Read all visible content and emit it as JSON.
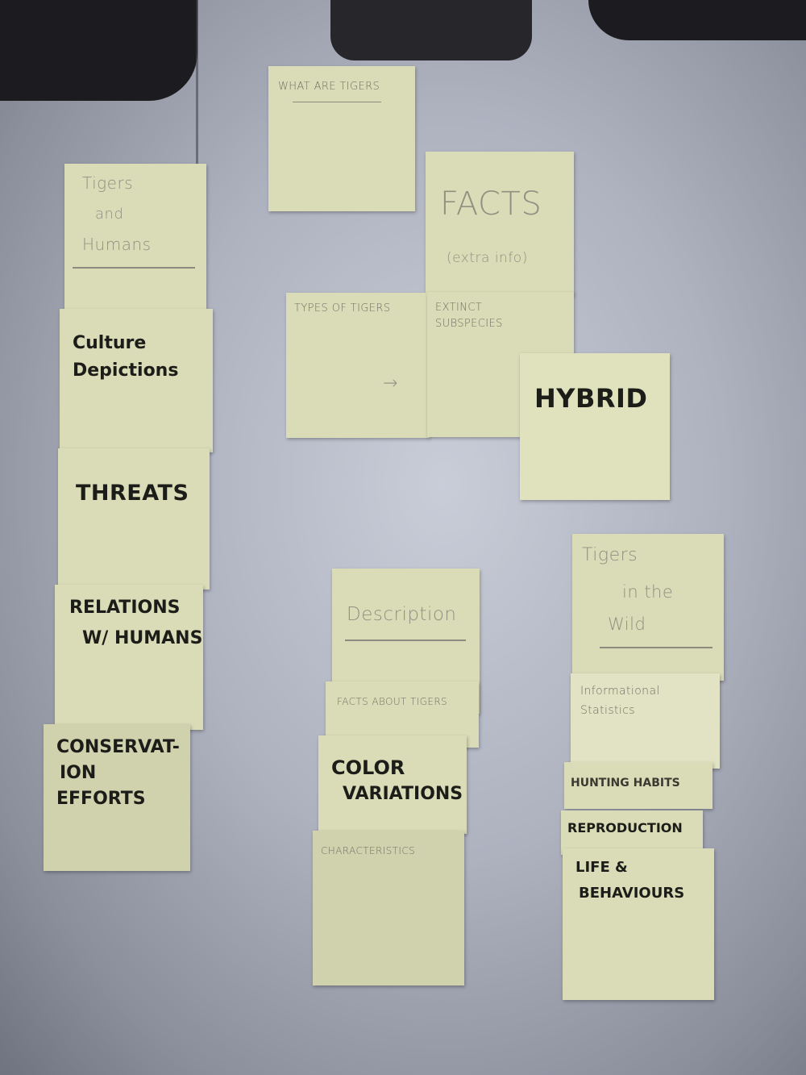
{
  "notes": {
    "what_are_tigers": "WHAT ARE TIGERS",
    "facts_title": "FACTS",
    "facts_sub": "(extra info)",
    "types_of_tigers": "TYPES OF TIGERS",
    "extinct_subspecies": [
      "EXTINCT",
      "SUBSPECIES"
    ],
    "hybrid": "HYBRID",
    "tigers_humans": [
      "Tigers",
      "and",
      "Humans"
    ],
    "culture_depictions": [
      "Culture",
      "Depictions"
    ],
    "threats": "THREATS",
    "relations": [
      "RELATIONS",
      "W/ HUMANS"
    ],
    "conservation": [
      "CONSERVAT-",
      "ION",
      "EFFORTS"
    ],
    "description": "Description",
    "facts_about_tigers": "FACTS ABOUT TIGERS",
    "color_variations": [
      "COLOR",
      "VARIATIONS"
    ],
    "characteristics": "CHARACTERISTICS",
    "tigers_wild": [
      "Tigers",
      "in the",
      "Wild"
    ],
    "informational_statistics": [
      "Informational",
      "Statistics"
    ],
    "hunting_habits": "HUNTING HABITS",
    "reproduction": "REPRODUCTION",
    "life_behaviours": [
      "LIFE &",
      "BEHAVIOURS"
    ]
  }
}
